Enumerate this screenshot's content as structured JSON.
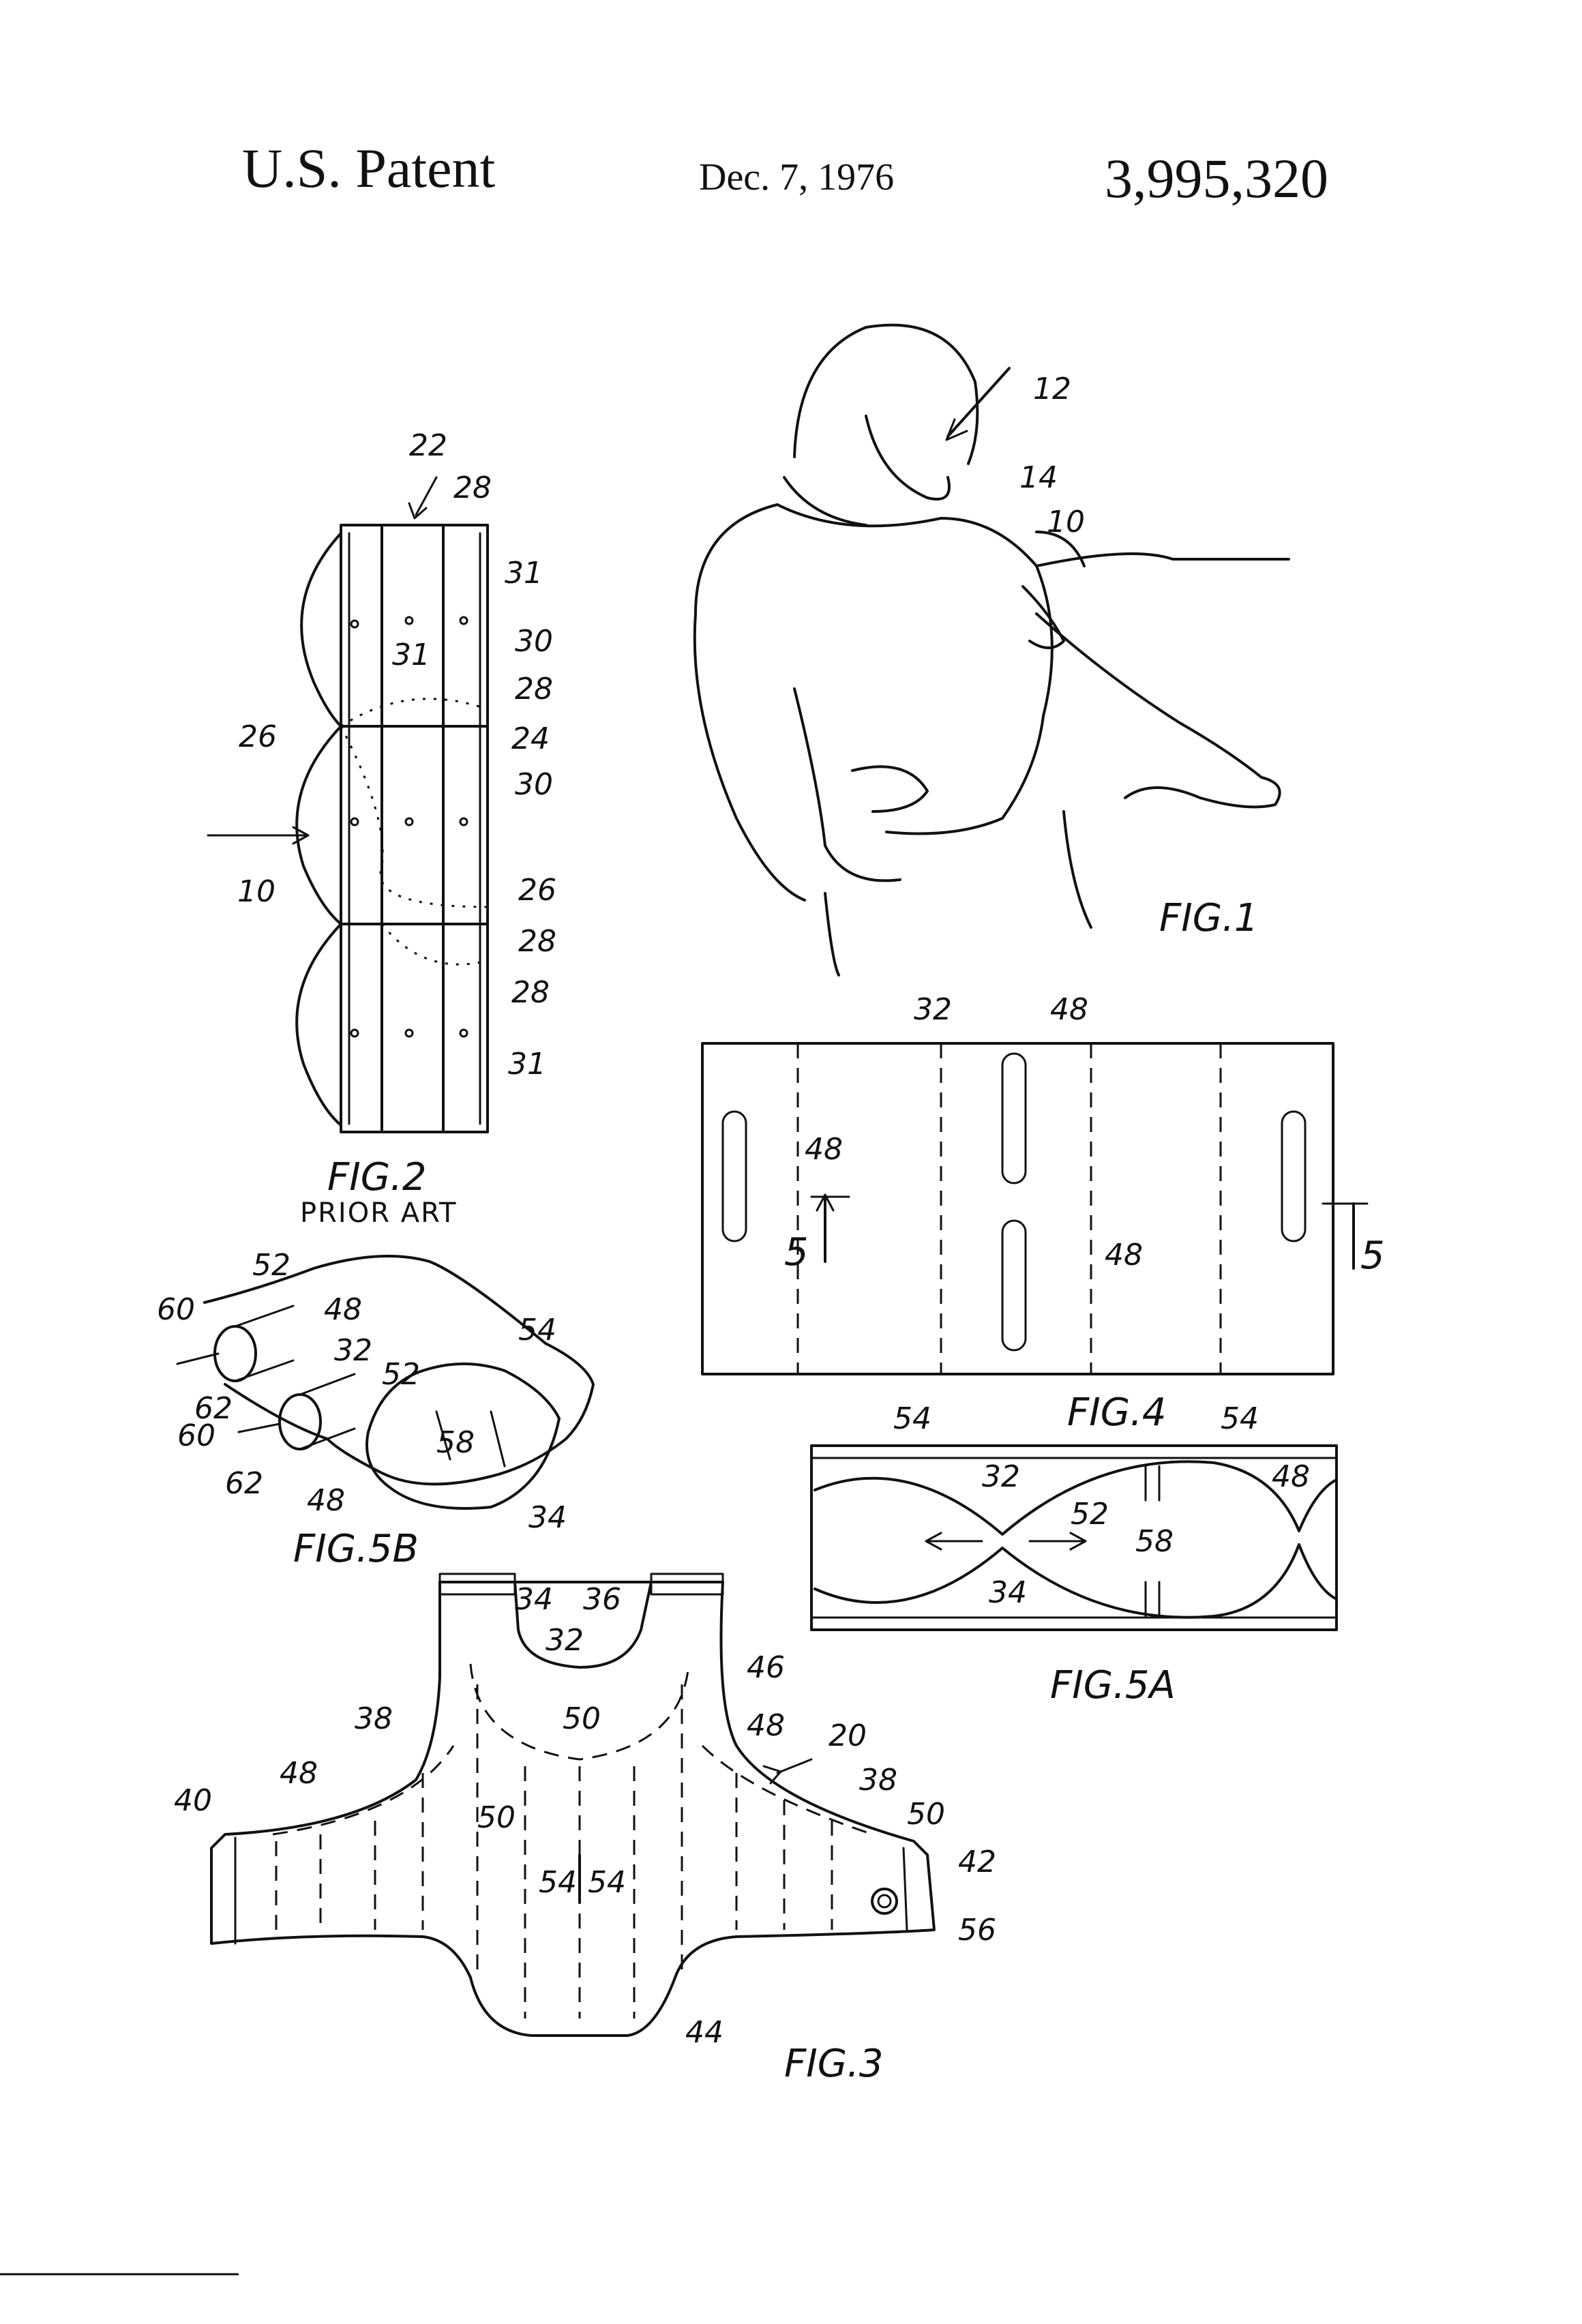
{
  "header": {
    "left": "U.S. Patent",
    "date": "Dec. 7, 1976",
    "number": "3,995,320"
  },
  "figures": {
    "fig1": {
      "caption": "FIG.1",
      "labels": [
        "12",
        "14",
        "10"
      ]
    },
    "fig2": {
      "caption": "FIG.2",
      "subcaption": "PRIOR ART",
      "labels": [
        "22",
        "28",
        "31",
        "31",
        "30",
        "28",
        "26",
        "24",
        "30",
        "10",
        "26",
        "28",
        "28",
        "31"
      ]
    },
    "fig3": {
      "caption": "FIG.3",
      "labels": [
        "34",
        "36",
        "32",
        "46",
        "50",
        "48",
        "20",
        "38",
        "38",
        "50",
        "40",
        "48",
        "50",
        "54",
        "54",
        "42",
        "56",
        "44"
      ]
    },
    "fig4": {
      "caption": "FIG.4",
      "labels": [
        "32",
        "48",
        "48",
        "5",
        "48",
        "5"
      ]
    },
    "fig5a": {
      "caption": "FIG.5A",
      "labels": [
        "54",
        "54",
        "32",
        "52",
        "48",
        "58",
        "34"
      ]
    },
    "fig5b": {
      "caption": "FIG.5B",
      "labels": [
        "52",
        "60",
        "48",
        "32",
        "54",
        "52",
        "62",
        "58",
        "60",
        "62",
        "48",
        "34"
      ]
    }
  }
}
